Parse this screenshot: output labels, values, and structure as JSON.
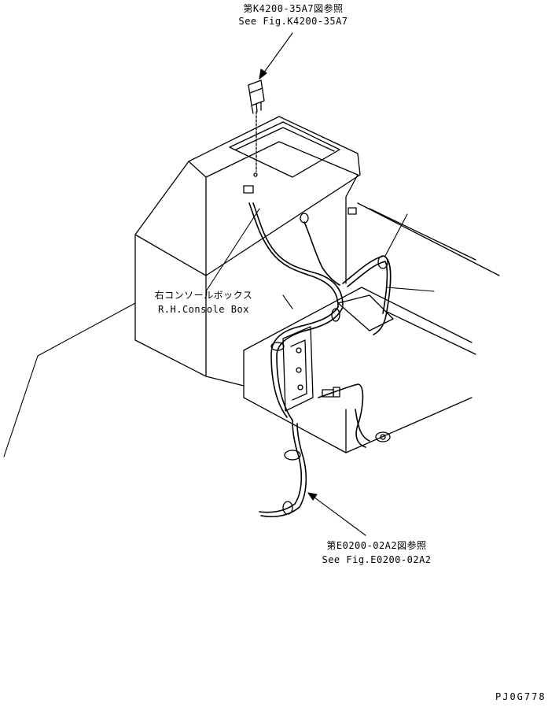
{
  "callouts": {
    "top_ref_jp": "第K4200-35A7図参照",
    "top_ref_en": "See Fig.K4200-35A7",
    "console_jp": "右コンソールボックス",
    "console_en": "R.H.Console Box",
    "bottom_ref_jp": "第E0200-02A2図参照",
    "bottom_ref_en": "See Fig.E0200-02A2"
  },
  "drawing_code": "PJ0G778"
}
